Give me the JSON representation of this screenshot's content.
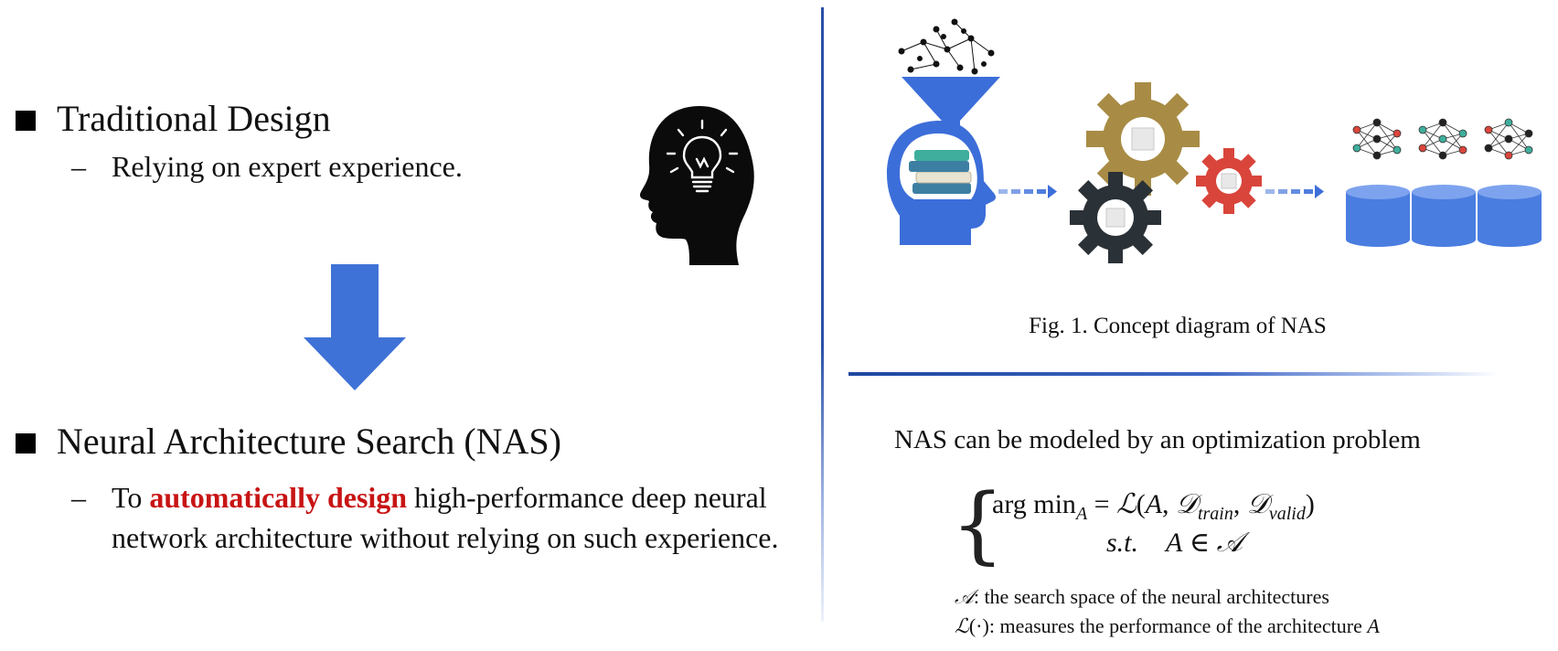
{
  "left": {
    "section1": {
      "title": "Traditional Design",
      "points": [
        "Relying on expert experience."
      ]
    },
    "section2": {
      "title": "Neural Architecture Search (NAS)",
      "point_prefix": "To ",
      "point_highlight": "automatically design",
      "point_rest": " high-performance deep neural network architecture without relying on such experience."
    }
  },
  "icons": {
    "head": "head-lightbulb-icon",
    "arrow": "down-arrow-icon",
    "diagram": "nas-concept-diagram"
  },
  "colors": {
    "highlight": "#c81414",
    "accent_blue": "#2a50a8",
    "arrow_blue": "#3f72d6",
    "gear_gold": "#a88c45",
    "gear_dark": "#2a3137",
    "gear_red": "#d9453b",
    "db_blue": "#4a7de0"
  },
  "right": {
    "figure_caption": "Fig. 1. Concept diagram of NAS",
    "intro": "NAS can be modeled by an optimization problem",
    "notes": [
      "the search space of the neural architectures",
      "measures the performance of the architecture"
    ]
  }
}
